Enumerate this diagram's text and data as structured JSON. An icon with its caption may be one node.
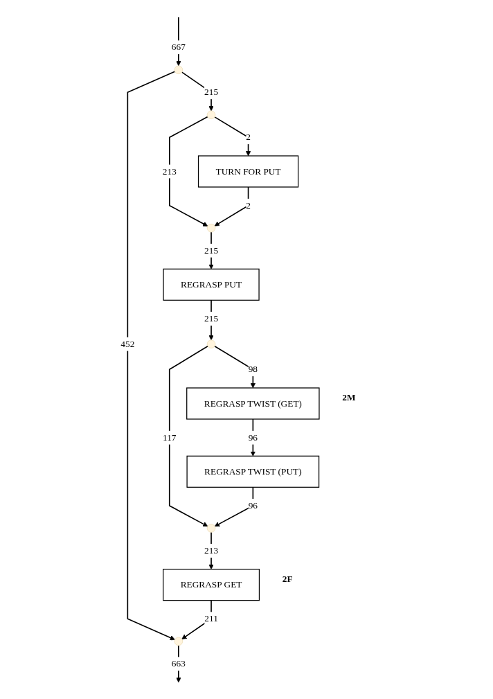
{
  "diagram": {
    "nodes": [
      {
        "text": [],
        "shape": "point"
      },
      {
        "text": [],
        "shape": "point"
      },
      {
        "text": [
          "TURN FOR PUT"
        ]
      },
      {
        "text": [],
        "shape": "point"
      },
      {
        "text": [
          "REGRASP PUT"
        ]
      },
      {
        "text": [],
        "shape": "point"
      },
      {
        "text": [
          "REGRASP TWIST (GET)"
        ],
        "beside": [
          "2M"
        ]
      },
      {
        "text": [
          "REGRASP TWIST (PUT)"
        ]
      },
      {
        "text": [],
        "shape": "point"
      },
      {
        "text": [
          "REGRASP GET"
        ],
        "beside": [
          "2F"
        ]
      },
      {
        "text": [],
        "shape": "point"
      }
    ],
    "edges": [
      {
        "from": null,
        "to": 0,
        "arrow": "to",
        "label": "667"
      },
      {
        "from": 0,
        "to": 1,
        "arrow": "to",
        "label": "215"
      },
      {
        "from": 1,
        "to": 2,
        "arrow": "to",
        "label": "2"
      },
      {
        "from": 1,
        "to": 3,
        "arrow": "to",
        "label": "213"
      },
      {
        "from": 2,
        "to": 3,
        "arrow": "to",
        "label": "2"
      },
      {
        "from": 3,
        "to": 4,
        "arrow": "to",
        "label": "215"
      },
      {
        "from": 4,
        "to": 5,
        "arrow": "to",
        "label": "215"
      },
      {
        "from": 5,
        "to": 6,
        "arrow": "to",
        "label": "98"
      },
      {
        "from": 6,
        "to": 7,
        "arrow": "to",
        "label": "96"
      },
      {
        "from": 5,
        "to": 8,
        "arrow": "to",
        "label": "117"
      },
      {
        "from": 7,
        "to": 8,
        "arrow": "to",
        "label": "96"
      },
      {
        "from": 8,
        "to": 9,
        "arrow": "to",
        "label": "213"
      },
      {
        "from": 0,
        "to": 10,
        "arrow": "to",
        "label": "452"
      },
      {
        "from": 9,
        "to": 10,
        "arrow": "to",
        "label": "211"
      },
      {
        "from": 10,
        "to": null,
        "arrow": "to",
        "label": "663"
      }
    ]
  }
}
